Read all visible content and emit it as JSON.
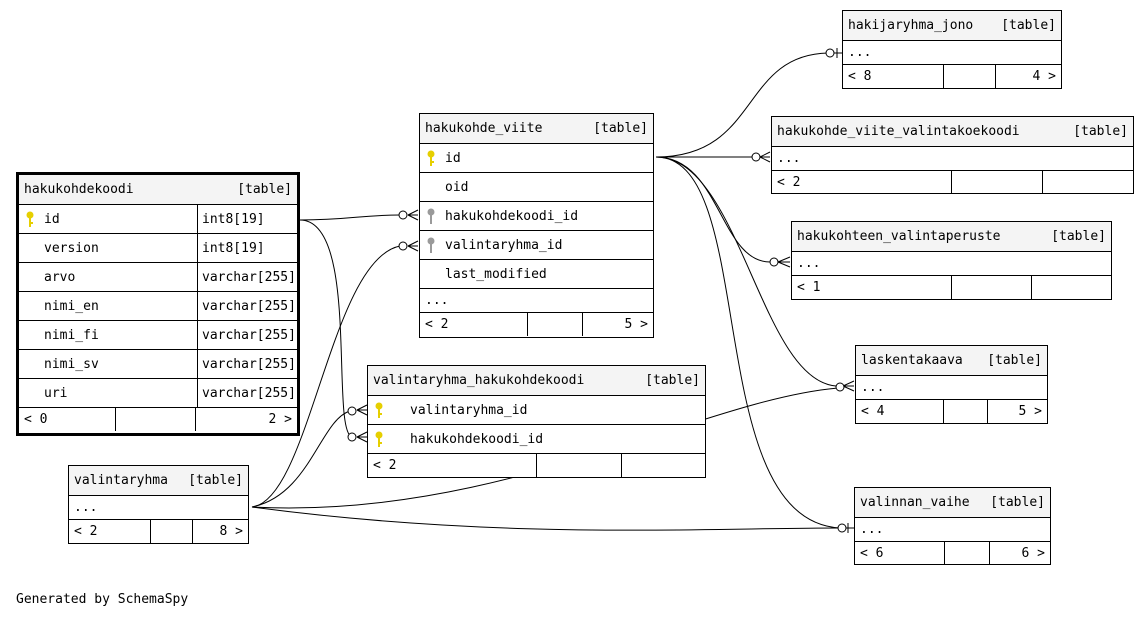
{
  "footer_text": "Generated by SchemaSpy",
  "tables": {
    "hakukohdekoodi": {
      "name": "hakukohdekoodi",
      "kind": "[table]",
      "columns": [
        {
          "name": "id",
          "type": "int8[19]",
          "key": "primary"
        },
        {
          "name": "version",
          "type": "int8[19]"
        },
        {
          "name": "arvo",
          "type": "varchar[255]"
        },
        {
          "name": "nimi_en",
          "type": "varchar[255]"
        },
        {
          "name": "nimi_fi",
          "type": "varchar[255]"
        },
        {
          "name": "nimi_sv",
          "type": "varchar[255]"
        },
        {
          "name": "uri",
          "type": "varchar[255]"
        }
      ],
      "parents": "< 0",
      "children": "2 >"
    },
    "hakukohde_viite": {
      "name": "hakukohde_viite",
      "kind": "[table]",
      "columns": [
        {
          "name": "id",
          "key": "primary"
        },
        {
          "name": "oid"
        },
        {
          "name": "hakukohdekoodi_id",
          "key": "foreign"
        },
        {
          "name": "valintaryhma_id",
          "key": "foreign"
        },
        {
          "name": "last_modified"
        }
      ],
      "ellipsis": "...",
      "parents": "< 2",
      "children": "5 >"
    },
    "valintaryhma_hakukohdekoodi": {
      "name": "valintaryhma_hakukohdekoodi",
      "kind": "[table]",
      "columns": [
        {
          "name": "valintaryhma_id",
          "key": "primary"
        },
        {
          "name": "hakukohdekoodi_id",
          "key": "primary"
        }
      ],
      "parents": "< 2"
    },
    "valintaryhma": {
      "name": "valintaryhma",
      "kind": "[table]",
      "ellipsis": "...",
      "parents": "< 2",
      "children": "8 >"
    },
    "hakijaryhma_jono": {
      "name": "hakijaryhma_jono",
      "kind": "[table]",
      "ellipsis": "...",
      "parents": "< 8",
      "children": "4 >"
    },
    "hakukohde_viite_valintakoekoodi": {
      "name": "hakukohde_viite_valintakoekoodi",
      "kind": "[table]",
      "ellipsis": "...",
      "parents": "< 2"
    },
    "hakukohteen_valintaperuste": {
      "name": "hakukohteen_valintaperuste",
      "kind": "[table]",
      "ellipsis": "...",
      "parents": "< 1"
    },
    "laskentakaava": {
      "name": "laskentakaava",
      "kind": "[table]",
      "ellipsis": "...",
      "parents": "< 4",
      "children": "5 >"
    },
    "valinnan_vaihe": {
      "name": "valinnan_vaihe",
      "kind": "[table]",
      "ellipsis": "...",
      "parents": "< 6",
      "children": "6 >"
    }
  },
  "colors": {
    "primary_key": "#e6cf00",
    "foreign_key": "#9a9a9a",
    "header_bg": "#f4f4f4"
  }
}
